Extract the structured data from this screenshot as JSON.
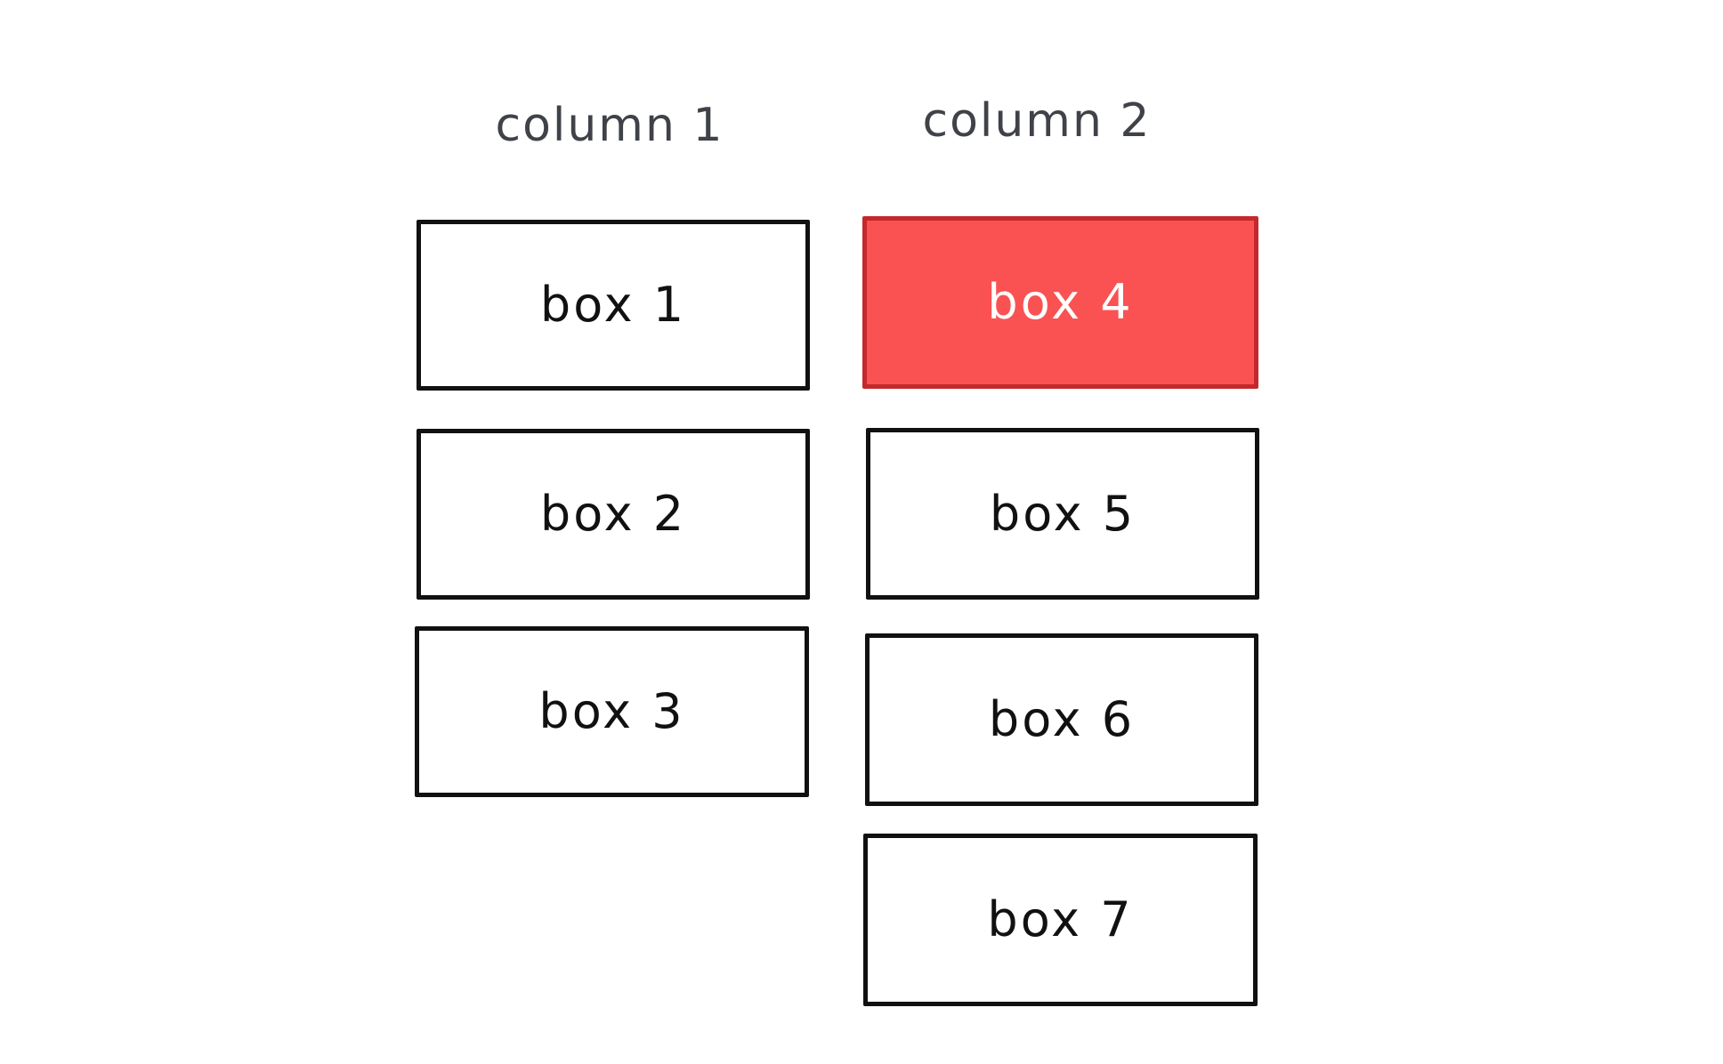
{
  "columns": [
    {
      "title": "column 1",
      "boxes": [
        {
          "label": "box 1",
          "highlighted": false
        },
        {
          "label": "box 2",
          "highlighted": false
        },
        {
          "label": "box 3",
          "highlighted": false
        }
      ]
    },
    {
      "title": "column 2",
      "boxes": [
        {
          "label": "box 4",
          "highlighted": true
        },
        {
          "label": "box 5",
          "highlighted": false
        },
        {
          "label": "box 6",
          "highlighted": false
        },
        {
          "label": "box 7",
          "highlighted": false
        }
      ]
    }
  ],
  "colors": {
    "text": "#111111",
    "title": "#3f4248",
    "border": "#111111",
    "highlight_fill": "#fa5252",
    "highlight_border": "#c4282c",
    "highlight_text": "#ffffff",
    "background": "#ffffff"
  }
}
